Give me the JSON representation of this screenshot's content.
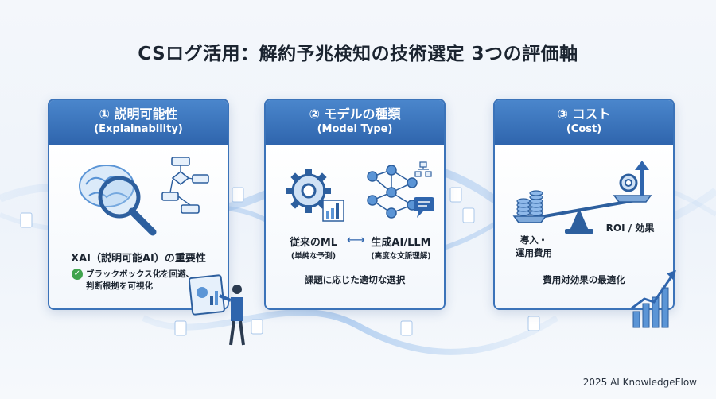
{
  "title": "CSログ活用：解約予兆検知の技術選定 3つの評価軸",
  "cards": [
    {
      "heading": "① 説明可能性",
      "subheading": "(Explainability)",
      "main_label": "XAI（説明可能AI）の重要性",
      "note": "ブラックボックス化を回避、",
      "note2": "判断根拠を可視化",
      "icons": [
        "brain-icon",
        "magnifier-icon",
        "flowchart-icon",
        "check-icon",
        "presenter-icon"
      ]
    },
    {
      "heading": "② モデルの種類",
      "subheading": "(Model Type)",
      "left_label": "従来のML",
      "left_sub": "(単純な予測)",
      "right_label": "生成AI/LLM",
      "right_sub": "(高度な文脈理解)",
      "caption": "課題に応じた適切な選択",
      "icons": [
        "gear-icon",
        "bar-chart-icon",
        "neural-network-icon",
        "chat-bubble-icon",
        "double-arrow-icon"
      ]
    },
    {
      "heading": "③ コスト",
      "subheading": "(Cost)",
      "left_label": "導入・",
      "left_label2": "運用費用",
      "right_label": "ROI / 効果",
      "caption": "費用対効果の最適化",
      "icons": [
        "balance-scale-icon",
        "coin-stack-icon",
        "gear-up-arrow-icon",
        "growth-chart-icon"
      ]
    }
  ],
  "footer": "2025 AI KnowledgeFlow",
  "colors": {
    "primary": "#2f65ad",
    "accent": "#3b73b9",
    "check": "#3fa34d"
  }
}
